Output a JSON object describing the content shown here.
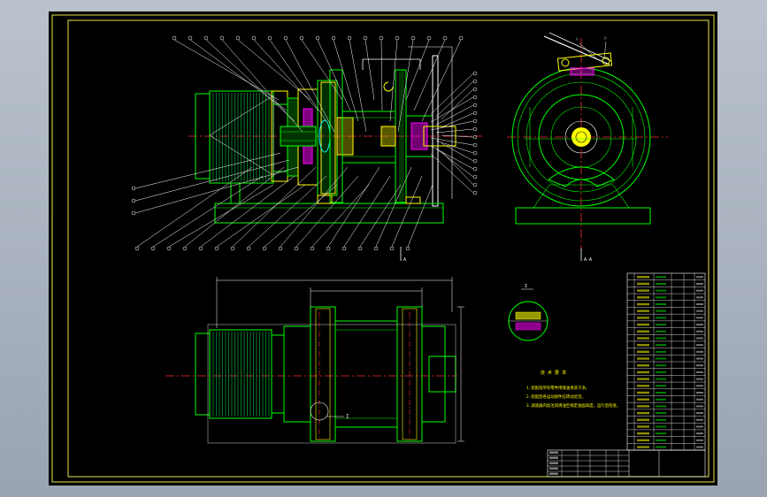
{
  "drawing": {
    "background": "#000000",
    "workspace_background": "#a9b2be",
    "colors": {
      "frame": "#e8e84a",
      "outline": "#00ff00",
      "part": "#ffff00",
      "leader": "#ffffff",
      "centerline": "#ff2a2a",
      "hatch": "#00ffff",
      "bearing": "#ff00ff",
      "dimension": "#ffffff"
    }
  },
  "views": {
    "section_view": {
      "name": "front-section-view",
      "balloon_count_top": 19,
      "balloon_count_right": 16,
      "balloon_count_left": 3,
      "balloon_count_bottom": 18,
      "section_mark": "A"
    },
    "side_view": {
      "name": "left-side-view",
      "section_mark": "A-A"
    },
    "top_view": {
      "name": "top-plan-view",
      "detail_label": "I"
    },
    "detail_view": {
      "name": "detail-I-view",
      "label": "I"
    }
  },
  "notes": {
    "title": "技 术 要 求",
    "lines": [
      "1.装配前所有零件用煤油清洗干净。",
      "2.装配后各运动部件应转动灵活。",
      "3.减速器内加注润滑油至规定油面高度，运行后检查。"
    ]
  },
  "parts_list": {
    "row_count": 26
  },
  "title_block": {
    "row_count": 5
  }
}
